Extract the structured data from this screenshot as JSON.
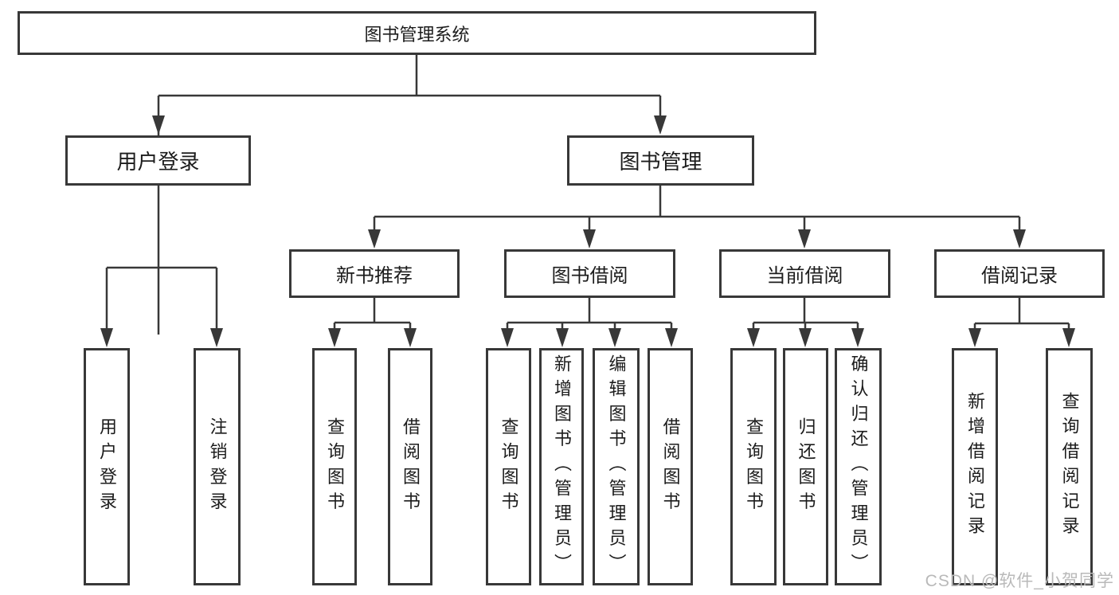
{
  "diagram": {
    "colors": {
      "line": "#383838",
      "box_border": "#383838",
      "box_fill": "#ffffff",
      "text": "#1c1c1c",
      "watermark": "#b9b9b9"
    },
    "tree": {
      "label": "图书管理系统",
      "children": [
        {
          "label": "用户登录",
          "children": [
            {
              "label": "用户登录"
            },
            {
              "label": "注销登录"
            }
          ]
        },
        {
          "label": "图书管理",
          "children": [
            {
              "label": "新书推荐",
              "children": [
                {
                  "label": "查询图书"
                },
                {
                  "label": "借阅图书"
                }
              ]
            },
            {
              "label": "图书借阅",
              "children": [
                {
                  "label": "查询图书"
                },
                {
                  "label": "新增图书（管理员）"
                },
                {
                  "label": "编辑图书（管理员）"
                },
                {
                  "label": "借阅图书"
                }
              ]
            },
            {
              "label": "当前借阅",
              "children": [
                {
                  "label": "查询图书"
                },
                {
                  "label": "归还图书"
                },
                {
                  "label": "确认归还（管理员）"
                }
              ]
            },
            {
              "label": "借阅记录",
              "children": [
                {
                  "label": "新增借阅记录"
                },
                {
                  "label": "查询借阅记录"
                }
              ]
            }
          ]
        }
      ]
    },
    "watermark": {
      "text": "CSDN @软件_小贺同学"
    }
  }
}
